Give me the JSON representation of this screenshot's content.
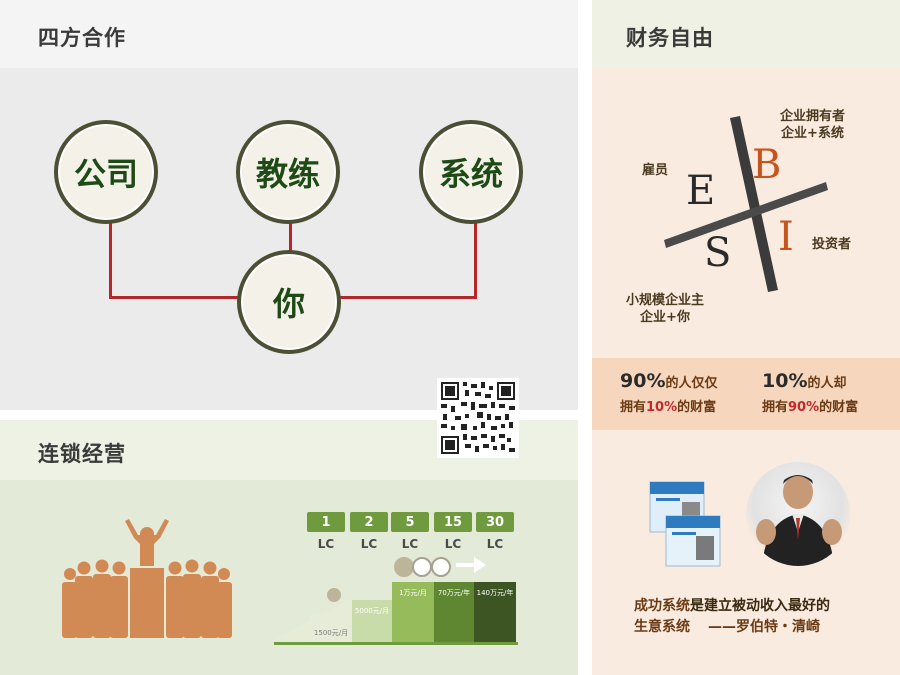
{
  "left_top": {
    "title": "四方合作",
    "circles": {
      "company": "公司",
      "coach": "教练",
      "system": "系统",
      "you": "你"
    }
  },
  "left_bottom": {
    "title": "连锁经营",
    "steps": [
      {
        "num": "1",
        "lc": "LC"
      },
      {
        "num": "2",
        "lc": "LC"
      },
      {
        "num": "5",
        "lc": "LC"
      },
      {
        "num": "15",
        "lc": "LC"
      },
      {
        "num": "30",
        "lc": "LC"
      }
    ],
    "bars": [
      "1500元/月",
      "5000元/月",
      "1万元/月",
      "70万元/年",
      "140万元/年"
    ]
  },
  "right": {
    "title": "财务自由",
    "ebsi": {
      "letters": {
        "e": "E",
        "b": "B",
        "s": "S",
        "i": "I"
      },
      "employee": "雇员",
      "business_owner_1": "企业拥有者",
      "business_owner_2": "企业+系统",
      "investor": "投资者",
      "small_business_1": "小规模企业主",
      "small_business_2": "企业+你"
    },
    "stats": [
      {
        "big": "90%",
        "line1": "的人仅仅",
        "line2a": "拥有",
        "line2b": "10%",
        "line2c": "的财富"
      },
      {
        "big": "10%",
        "line1": "的人却",
        "line2a": "拥有",
        "line2b": "90%",
        "line2c": "的财富"
      }
    ],
    "quote": {
      "line1a": "成功系统",
      "line1b": "是建立被动收入最好的",
      "line2a": "生意系统",
      "line2b": "——罗伯特・清崎"
    }
  },
  "colors": {
    "connector": "#b5262a",
    "circle_text": "#1e4a16",
    "step_green": "#6f9a3e",
    "people_orange": "#d28a55"
  },
  "icons": [
    "qr-code-icon",
    "people-podium-icon",
    "arrow-right-icon",
    "book-cover-icon",
    "portrait-photo"
  ]
}
